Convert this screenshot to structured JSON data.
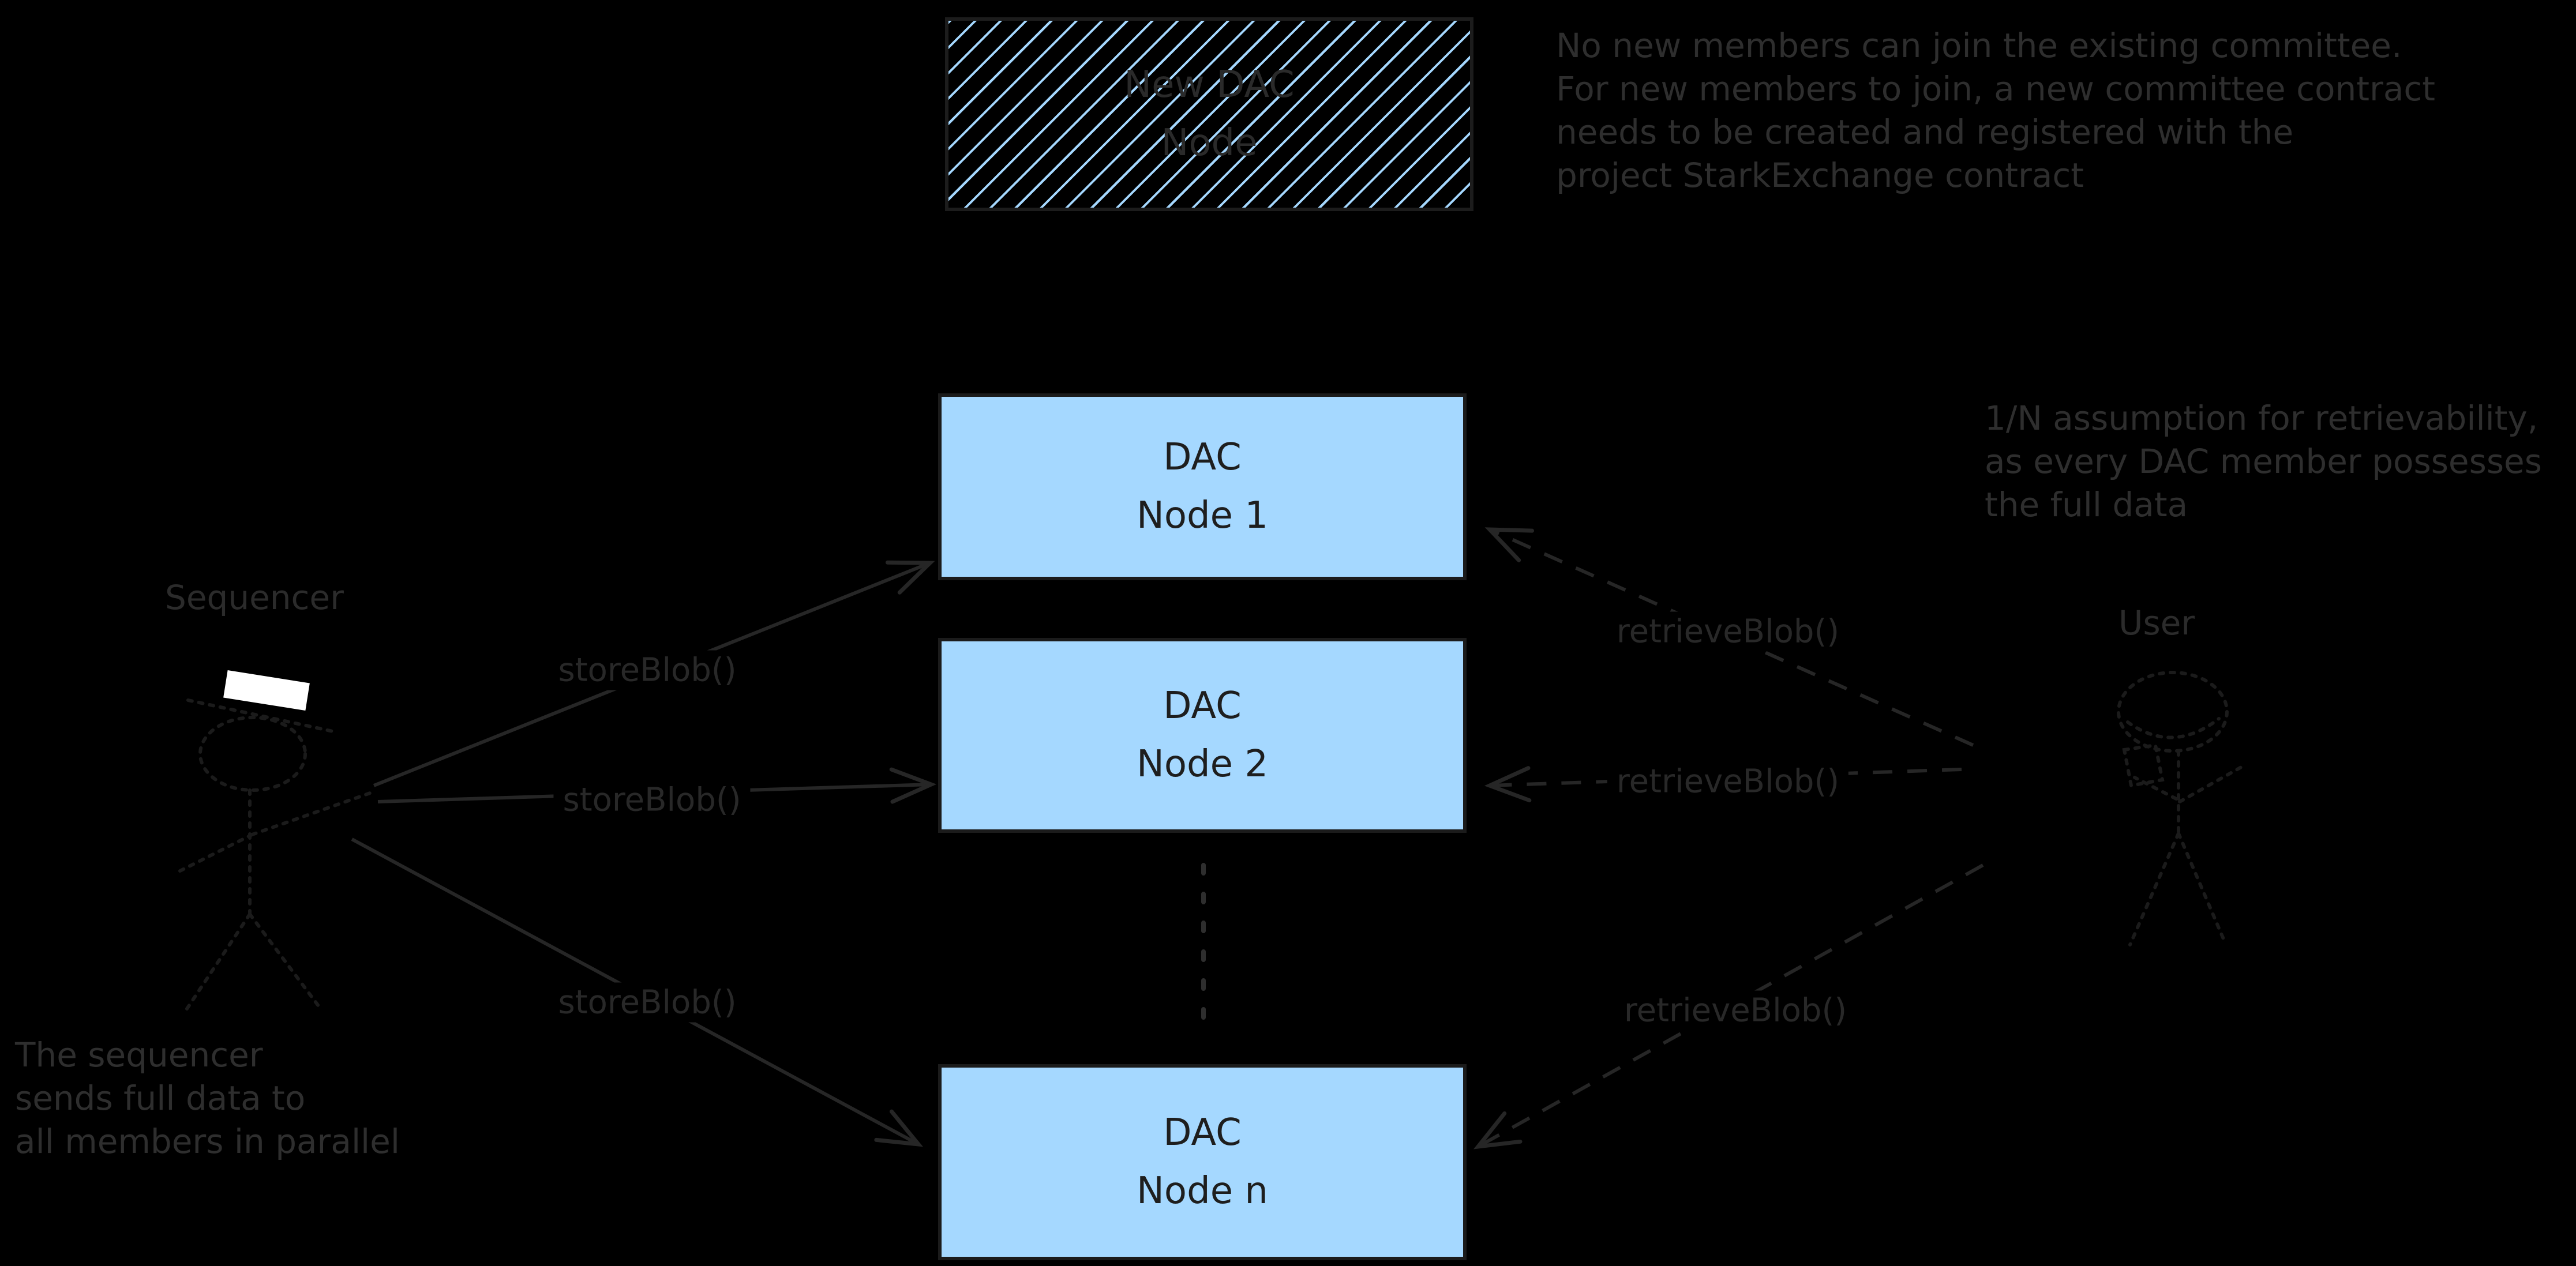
{
  "diagram": {
    "title": "DAC data availability diagram",
    "colors": {
      "background": "#000000",
      "ink": "#2e2e2e",
      "connector": "#262626",
      "box_fill": "#a5d8ff",
      "box_stroke": "#1b1b1b",
      "figure_ink": "#1b1b1b",
      "hat_fill": "#ffffff"
    }
  },
  "boxes": {
    "new_dac_node": {
      "line1": "New DAC",
      "line2": "Node"
    },
    "dac_node_1": {
      "line1": "DAC",
      "line2": "Node 1"
    },
    "dac_node_2": {
      "line1": "DAC",
      "line2": "Node 2"
    },
    "dac_node_n": {
      "line1": "DAC",
      "line2": "Node n"
    }
  },
  "actors": {
    "sequencer": "Sequencer",
    "user": "User"
  },
  "edge_labels": {
    "store_1": "storeBlob()",
    "store_2": "storeBlob()",
    "store_3": "storeBlob()",
    "retrieve_1": "retrieveBlob()",
    "retrieve_2": "retrieveBlob()",
    "retrieve_3": "retrieveBlob()"
  },
  "annotations": {
    "committee": {
      "line1": "No new members can join the existing committee.",
      "line2": "For new members to join, a new committee contract",
      "line3": "needs to be created and registered with the",
      "line4": "project StarkExchange contract"
    },
    "retrievability": {
      "line1": "1/N assumption for retrievability,",
      "line2": "as every DAC member possesses",
      "line3": "the full data"
    },
    "parallel": {
      "line1": "The sequencer",
      "line2": "sends full data to",
      "line3": "all members in parallel"
    }
  }
}
